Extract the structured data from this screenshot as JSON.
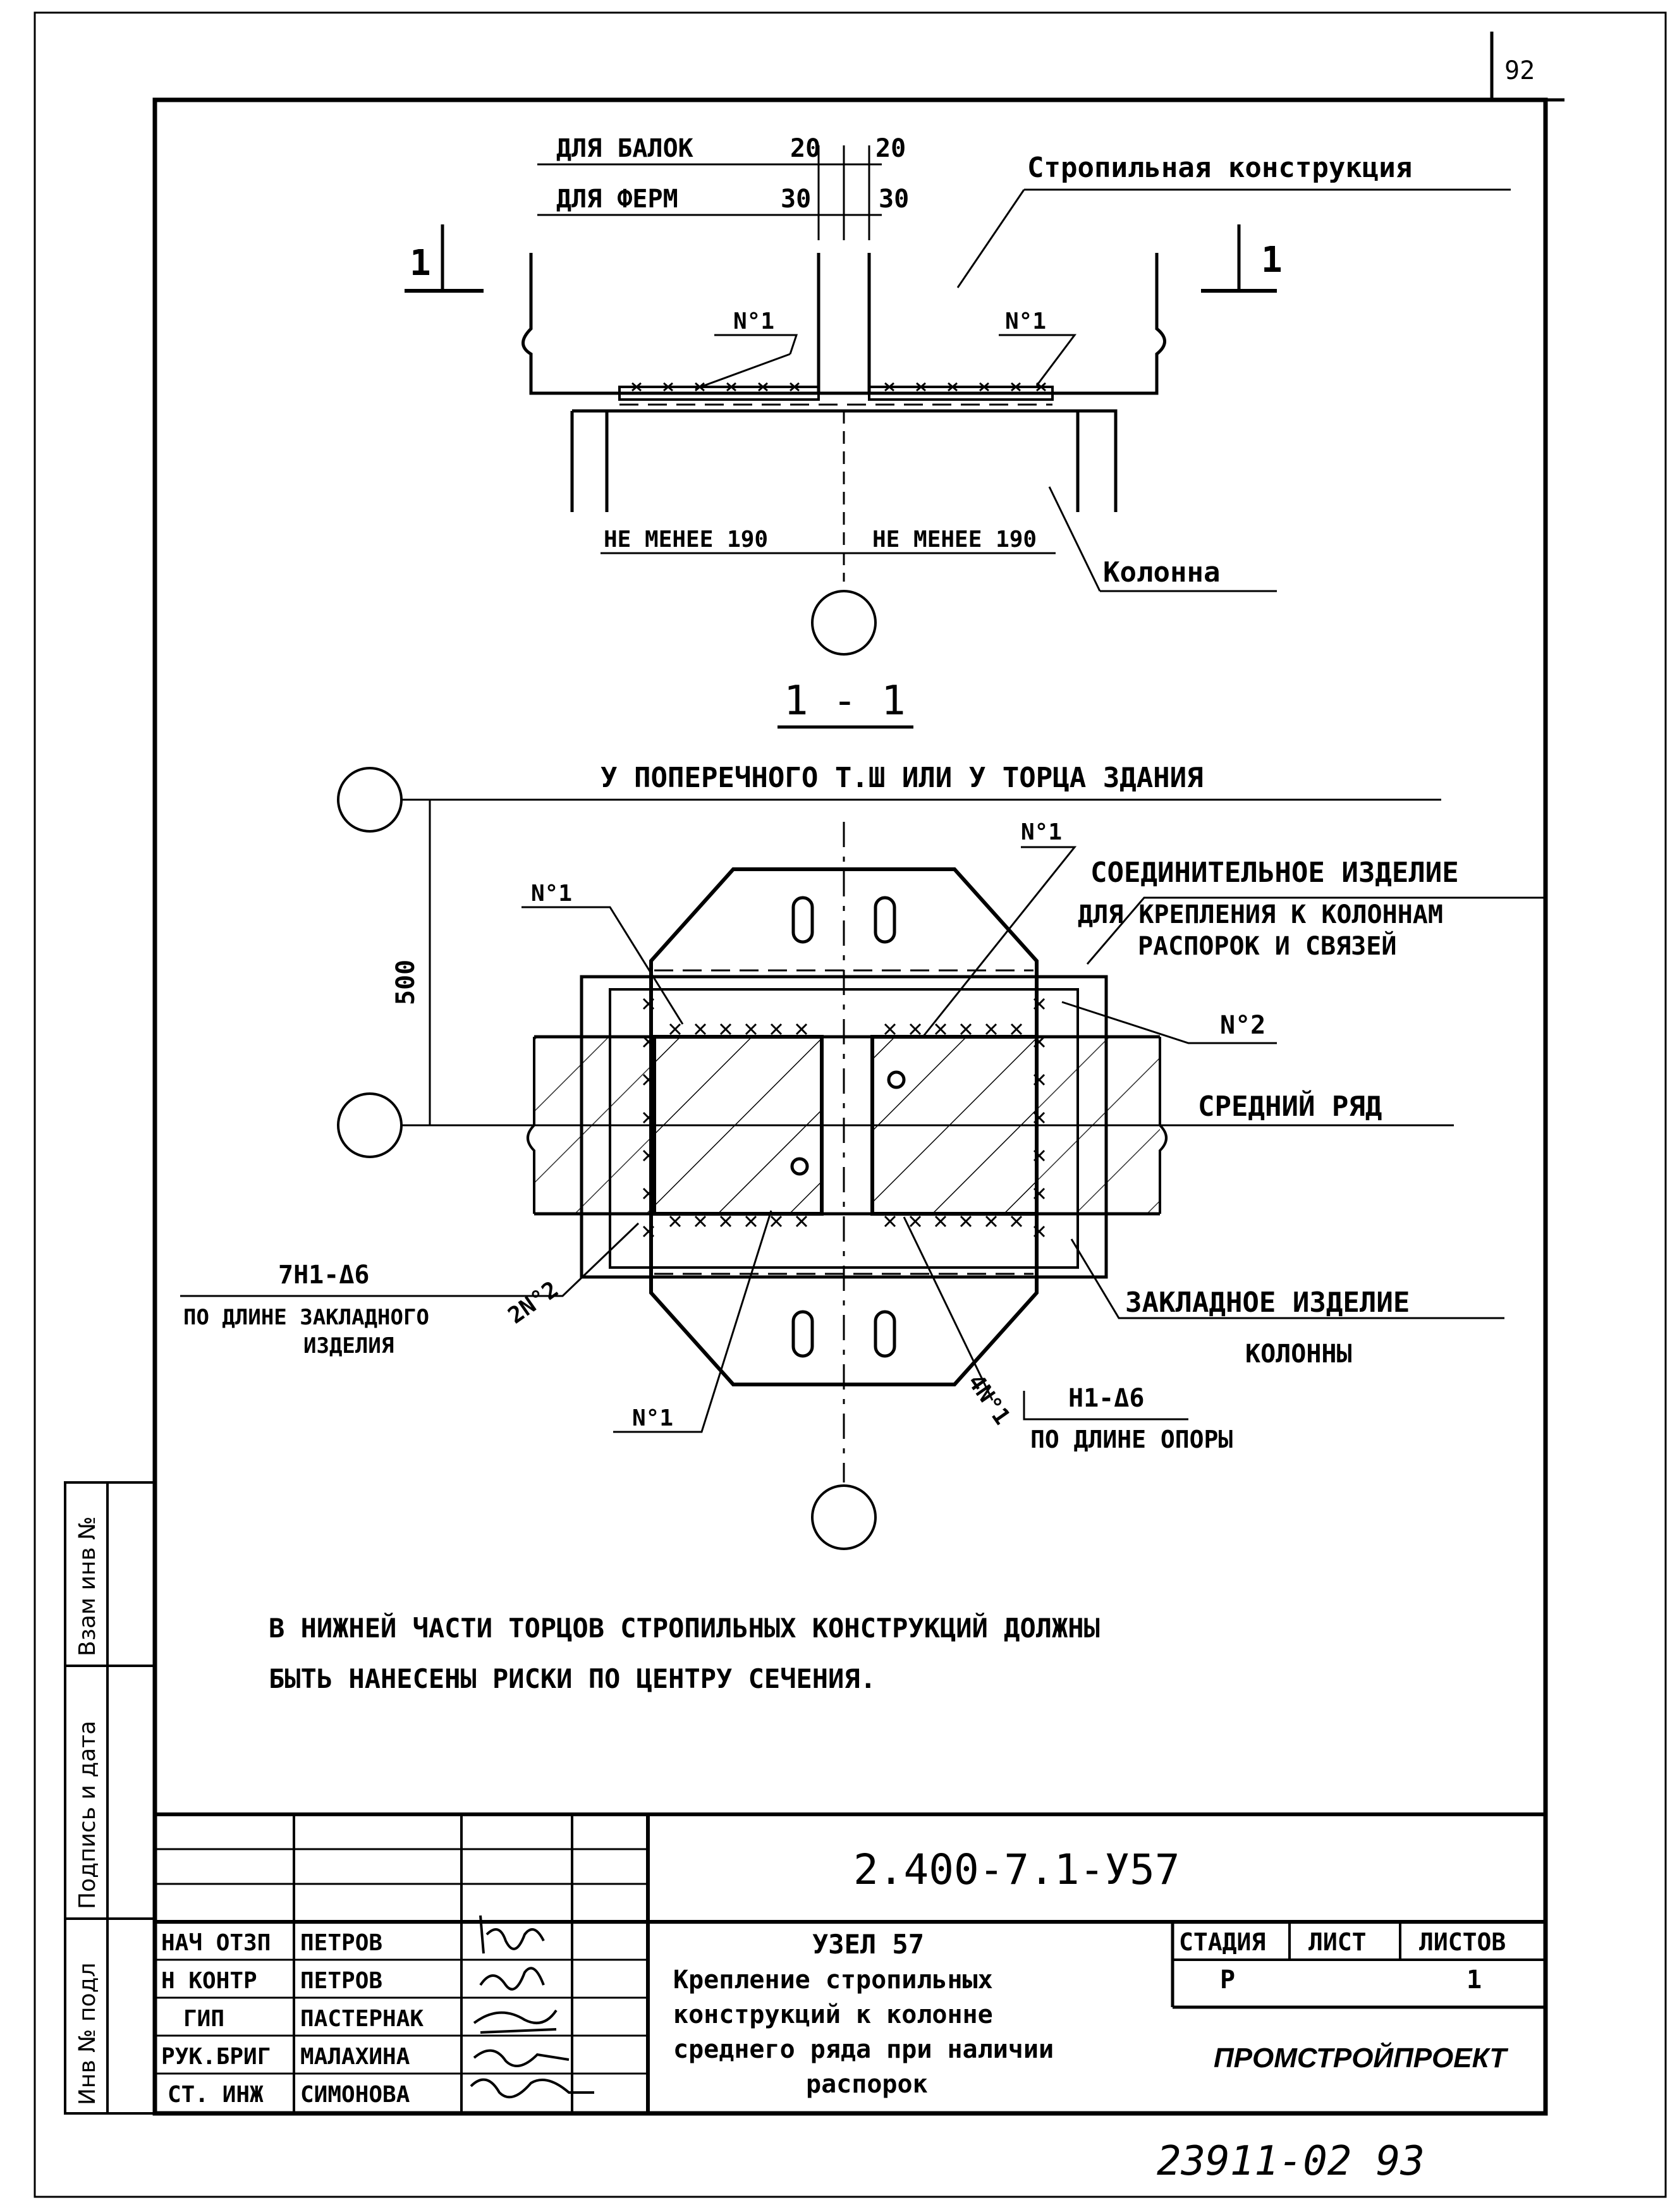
{
  "sheet": {
    "page_number": "92",
    "bottom_number": "23911-02 93",
    "side_labels": {
      "inv_podl": "Инв № подл",
      "podpis_data": "Подпись и дата",
      "vzam_inv": "Взам инв №"
    }
  },
  "elevation": {
    "dim_beams_label": "ДЛЯ БАЛОК",
    "dim_beams_left": "20",
    "dim_beams_right": "20",
    "dim_trusses_label": "ДЛЯ ФЕРМ",
    "dim_trusses_left": "30",
    "dim_trusses_right": "30",
    "roof_structure": "Стропильная конструкция",
    "section_mark": "1",
    "weld_left": "N°1",
    "weld_right": "N°1",
    "min_left": "НЕ МЕНЕЕ 190",
    "min_right": "НЕ МЕНЕЕ 190",
    "column": "Колонна"
  },
  "section": {
    "title": "1 - 1",
    "top_axis_note": "У ПОПЕРЕЧНОГО Т.Ш ИЛИ У ТОРЦА ЗДАНИЯ",
    "dim_500": "500",
    "weld_n1_top": "N°1",
    "weld_n1_left": "N°1",
    "connector_line1": "СОЕДИНИТЕЛЬНОЕ ИЗДЕЛИЕ",
    "connector_line2": "ДЛЯ КРЕПЛЕНИЯ К КОЛОННАМ",
    "connector_line3": "РАСПОРОК И СВЯЗЕЙ",
    "weld_n2": "N°2",
    "middle_row": "СРЕДНИЙ РЯД",
    "weld_left_sym": "7Н1-Δ6",
    "weld_left_line1": "ПО ДЛИНЕ ЗАКЛАДНОГО",
    "weld_left_line2": "ИЗДЕЛИЯ",
    "weld_2n2": "2N°2",
    "embedded_line1": "ЗАКЛАДНОЕ ИЗДЕЛИЕ",
    "embedded_line2": "КОЛОННЫ",
    "weld_4n1": "4N°1",
    "weld_right_sym": "Н1-Δ6",
    "weld_right_text": "ПО ДЛИНЕ ОПОРЫ",
    "weld_n1_bottom": "N°1",
    "slot": "0"
  },
  "note": {
    "line1": "В НИЖНЕЙ ЧАСТИ ТОРЦОВ СТРОПИЛЬНЫХ КОНСТРУКЦИЙ ДОЛЖНЫ",
    "line2": "БЫТЬ НАНЕСЕНЫ РИСКИ ПО ЦЕНТРУ СЕЧЕНИЯ."
  },
  "title_block": {
    "doc_code": "2.400-7.1-У57",
    "node_title": "УЗЕЛ 57",
    "desc_line1": "Крепление стропильных",
    "desc_line2": "конструкций к колонне",
    "desc_line3": "среднего ряда при наличии",
    "desc_line4": "распорок",
    "stage_header": "СТАДИЯ",
    "sheet_header": "ЛИСТ",
    "sheets_header": "ЛИСТОВ",
    "stage_value": "Р",
    "sheet_value": "",
    "sheets_value": "1",
    "org": "ПРОМСТРОЙПРОЕКТ",
    "roles": [
      "НАЧ ОТЗП",
      "Н КОНТР",
      "ГИП",
      "РУК.БРИГ",
      "СТ. ИНЖ"
    ],
    "names": [
      "ПЕТРОВ",
      "ПЕТРОВ",
      "ПАСТЕРНАК",
      "МАЛАХИНА",
      "СИМОНОВА"
    ]
  }
}
